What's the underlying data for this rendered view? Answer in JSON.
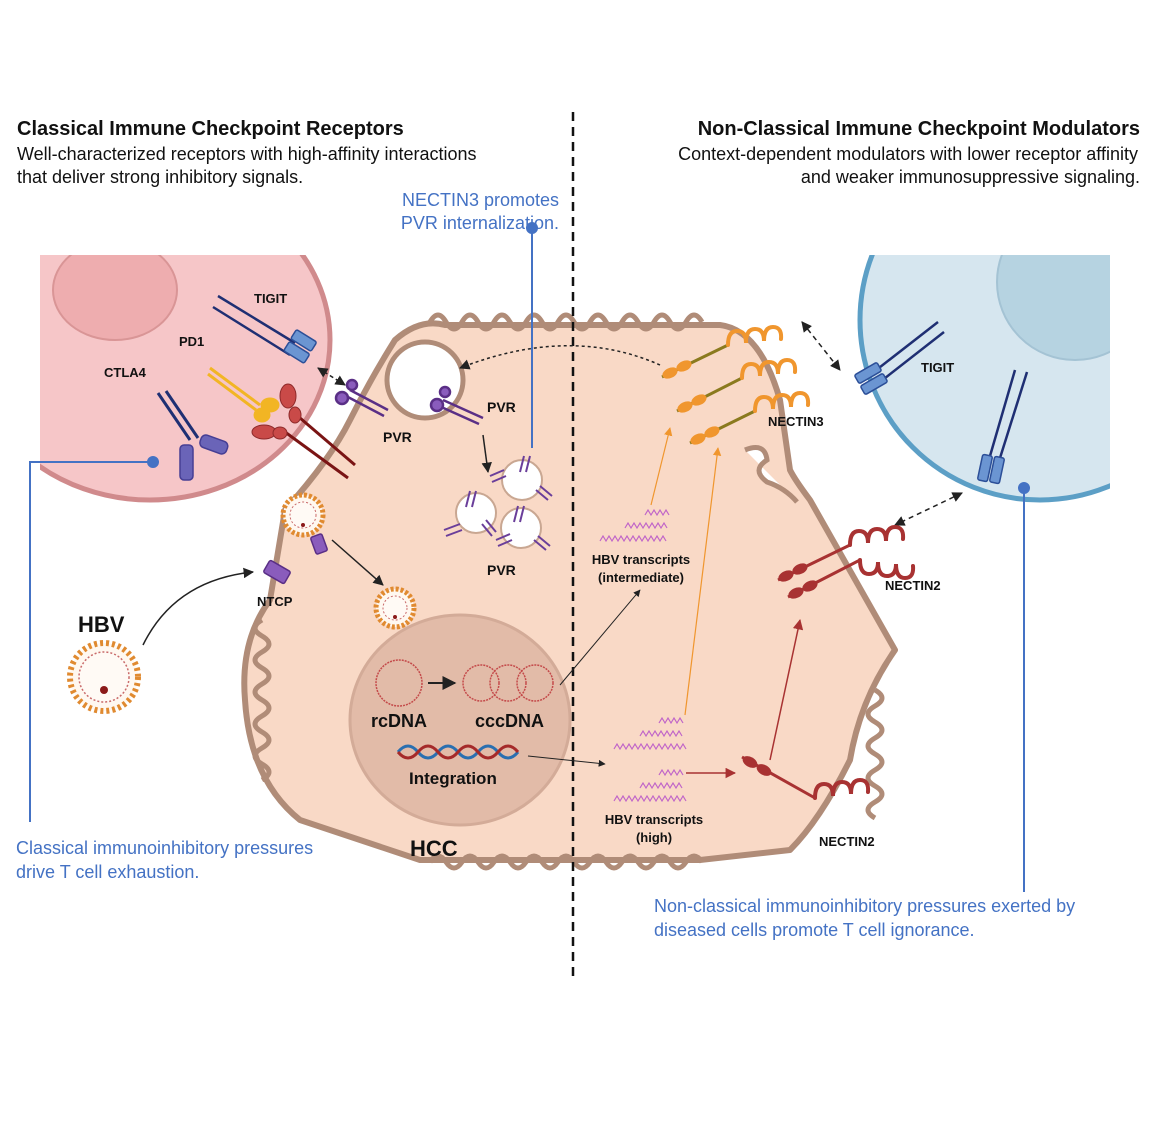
{
  "left_panel": {
    "title": "Classical Immune Checkpoint Receptors",
    "subtitle_line1": "Well-characterized receptors with high-affinity interactions",
    "subtitle_line2": "that deliver strong inhibitory signals."
  },
  "right_panel": {
    "title": "Non-Classical Immune Checkpoint Modulators",
    "subtitle_line1": "Context-dependent modulators with lower receptor affinity",
    "subtitle_line2": "and weaker immunosuppressive signaling."
  },
  "notes": {
    "nectin3_pvr_line1": "NECTIN3 promotes",
    "nectin3_pvr_line2": "PVR internalization.",
    "classical_line1": "Classical immunoinhibitory pressures",
    "classical_line2": "drive T cell exhaustion.",
    "nonclassical_line1": "Non-classical immunoinhibitory pressures exerted by",
    "nonclassical_line2": "diseased cells promote T cell ignorance."
  },
  "labels": {
    "tigit_left": "TIGIT",
    "pd1": "PD1",
    "ctla4": "CTLA4",
    "pvr_surface": "PVR",
    "pvr_pocket": "PVR",
    "pvr_vesicles": "PVR",
    "ntcp": "NTCP",
    "hbv": "HBV",
    "rcdna": "rcDNA",
    "cccdna": "cccDNA",
    "integration": "Integration",
    "hcc": "HCC",
    "transcripts_mid_1": "HBV transcripts",
    "transcripts_mid_2": "(intermediate)",
    "transcripts_high_1": "HBV transcripts",
    "transcripts_high_2": "(high)",
    "nectin3": "NECTIN3",
    "nectin2_top": "NECTIN2",
    "nectin2_bottom": "NECTIN2",
    "tigit_right": "TIGIT"
  },
  "colors": {
    "note_blue": "#4472c4",
    "hcc_fill": "#f9d9c6",
    "hcc_outline": "#b08c78",
    "t_cell_left_fill": "#f6c6c8",
    "t_cell_right_fill": "#d6e6ef",
    "nectin3": "#f0962e",
    "nectin2": "#a83232",
    "pvr": "#7b4fa8",
    "tigit": "#5d86c7"
  }
}
